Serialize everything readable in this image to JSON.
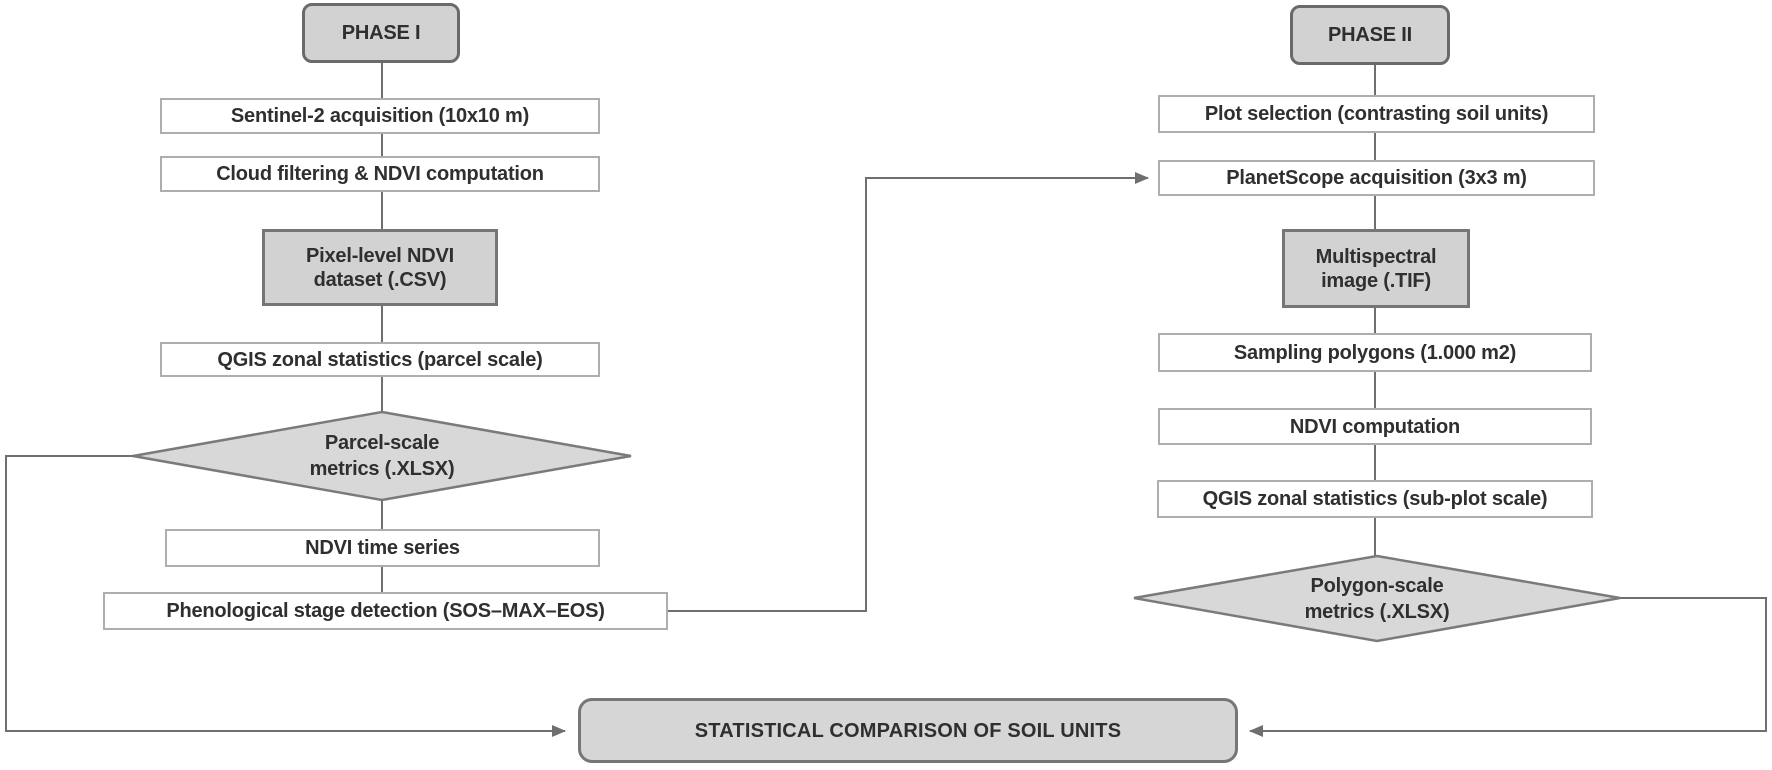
{
  "colors": {
    "node_fill_white": "#ffffff",
    "node_fill_gray": "#d2d2d2",
    "node_border_light": "#aeaeae",
    "node_border_dark": "#767676",
    "connector": "#6f6f6f",
    "text": "#2f2f2f"
  },
  "phase1": {
    "badge": "PHASE I",
    "step1": "Sentinel-2 acquisition (10x10 m)",
    "step2": "Cloud filtering & NDVI computation",
    "artifact_line1": "Pixel-level NDVI",
    "artifact_line2": "dataset (.CSV)",
    "step3": "QGIS zonal statistics (parcel scale)",
    "diamond_line1": "Parcel-scale",
    "diamond_line2": "metrics (.XLSX)",
    "step4": "NDVI time series",
    "step5": "Phenological stage detection (SOS–MAX–EOS)"
  },
  "phase2": {
    "badge": "PHASE II",
    "step1": "Plot selection (contrasting soil units)",
    "step2": "PlanetScope acquisition (3x3 m)",
    "artifact_line1": "Multispectral",
    "artifact_line2": "image (.TIF)",
    "step3": "Sampling polygons (1.000 m2)",
    "step4": "NDVI computation",
    "step5": "QGIS zonal statistics (sub-plot scale)",
    "diamond_line1": "Polygon-scale",
    "diamond_line2": "metrics (.XLSX)"
  },
  "final": {
    "label": "STATISTICAL COMPARISON OF SOIL UNITS"
  }
}
